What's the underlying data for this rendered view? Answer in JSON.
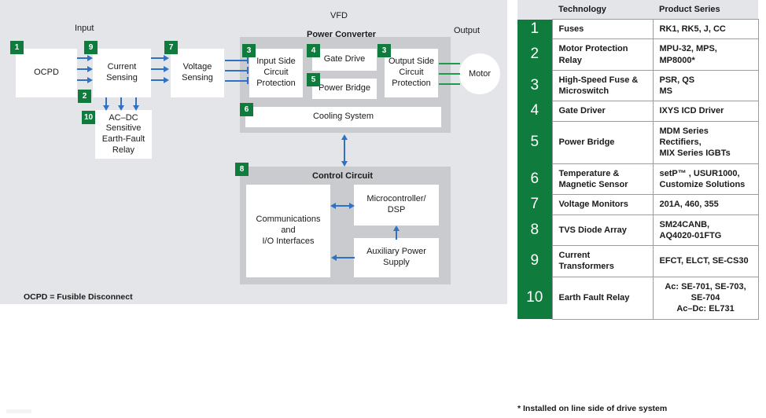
{
  "diagram": {
    "labels": {
      "input": "Input",
      "output": "Output",
      "vfd": "VFD",
      "power_converter": "Power Converter",
      "control_circuit": "Control Circuit"
    },
    "blocks": {
      "ocpd": "OCPD",
      "current_sensing": "Current\nSensing",
      "voltage_sensing": "Voltage\nSensing",
      "earth_fault_relay": "AC–DC\nSensitive\nEarth-Fault\nRelay",
      "input_side_protection": "Input Side\nCircuit\nProtection",
      "gate_drive": "Gate Drive",
      "power_bridge": "Power Bridge",
      "output_side_protection": "Output Side\nCircuit\nProtection",
      "cooling_system": "Cooling System",
      "communications": "Communications\nand\nI/O Interfaces",
      "microcontroller": "Microcontroller/\nDSP",
      "aux_power_supply": "Auxiliary Power\nSupply",
      "motor": "Motor"
    },
    "badges": {
      "b1": "1",
      "b9": "9",
      "b2": "2",
      "b10": "10",
      "b7": "7",
      "b3a": "3",
      "b4": "4",
      "b5": "5",
      "b3b": "3",
      "b6": "6",
      "b8": "8"
    },
    "footnote": "OCPD = Fusible Disconnect"
  },
  "table": {
    "headers": {
      "number": "",
      "technology": "Technology",
      "product_series": "Product Series"
    },
    "rows": [
      {
        "num": "1",
        "technology": "Fuses",
        "product": "RK1, RK5, J, CC"
      },
      {
        "num": "2",
        "technology": "Motor Protection Relay",
        "product": "MPU-32, MPS, MP8000*"
      },
      {
        "num": "3",
        "technology": "High-Speed Fuse &\nMicroswitch",
        "product": "PSR, QS\nMS"
      },
      {
        "num": "4",
        "technology": "Gate Driver",
        "product": "IXYS ICD Driver"
      },
      {
        "num": "5",
        "technology": "Power Bridge",
        "product": "MDM Series Rectifiers,\nMIX Series IGBTs"
      },
      {
        "num": "6",
        "technology": "Temperature &\nMagnetic Sensor",
        "product": "setP™ , USUR1000,\nCustomize Solutions"
      },
      {
        "num": "7",
        "technology": "Voltage Monitors",
        "product": "201A, 460, 355"
      },
      {
        "num": "8",
        "technology": "TVS Diode Array",
        "product": "SM24CANB,\nAQ4020-01FTG"
      },
      {
        "num": "9",
        "technology": "Current Transformers",
        "product": "EFCT, ELCT, SE-CS30"
      },
      {
        "num": "10",
        "technology": "Earth Fault Relay",
        "product": "Ac: SE-701, SE-703,\nSE-704\nAc–Dc: EL731"
      }
    ],
    "footnote": "* Installed on line side of drive system"
  },
  "colors": {
    "green": "#0f7b3c",
    "panel_bg": "#e3e5e8",
    "group_bg": "#c9cbcf",
    "arrow_blue": "#2f72c4",
    "motor_line_green": "#1d9a4e"
  }
}
